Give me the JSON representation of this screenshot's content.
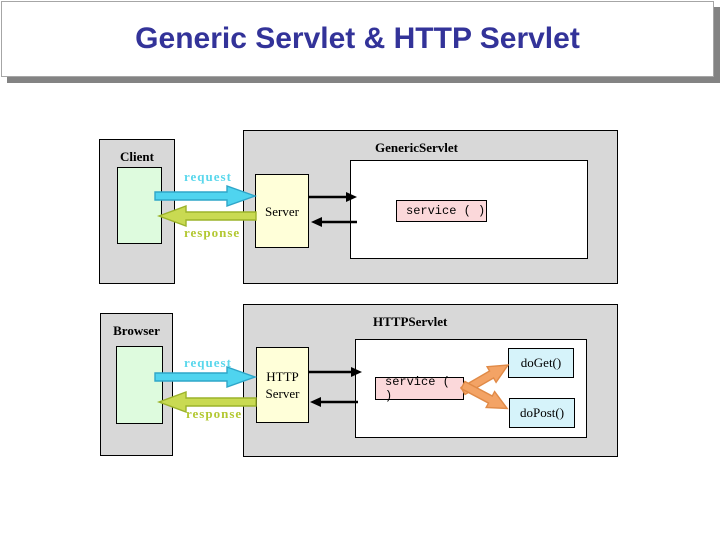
{
  "title": "Generic Servlet & HTTP Servlet",
  "colors": {
    "title_text": "#333399",
    "container_bg": "#d8d8d8",
    "screen_fill": "#defbde",
    "server_fill": "#ffffd9",
    "service_fill": "#fbd8da",
    "method_fill": "#d6f3fa",
    "request_fill": "#4fd4ef",
    "request_stroke": "#2fa6c9",
    "response_fill": "#c9da52",
    "response_stroke": "#9cb32b",
    "method_arrow_fill": "#f3a365",
    "method_arrow_stroke": "#e08a47",
    "connector": "#000000",
    "shadow": "#838383"
  },
  "generic": {
    "client_label": "Client",
    "request_label": "request",
    "response_label": "response",
    "server_label": "Server",
    "container_label": "GenericServlet",
    "service_label": "service ( )"
  },
  "http": {
    "client_label": "Browser",
    "request_label": "request",
    "response_label": "response",
    "server_label_line1": "HTTP",
    "server_label_line2": "Server",
    "container_label": "HTTPServlet",
    "service_label": "service ( )",
    "doget_label": "doGet()",
    "dopost_label": "doPost()"
  }
}
